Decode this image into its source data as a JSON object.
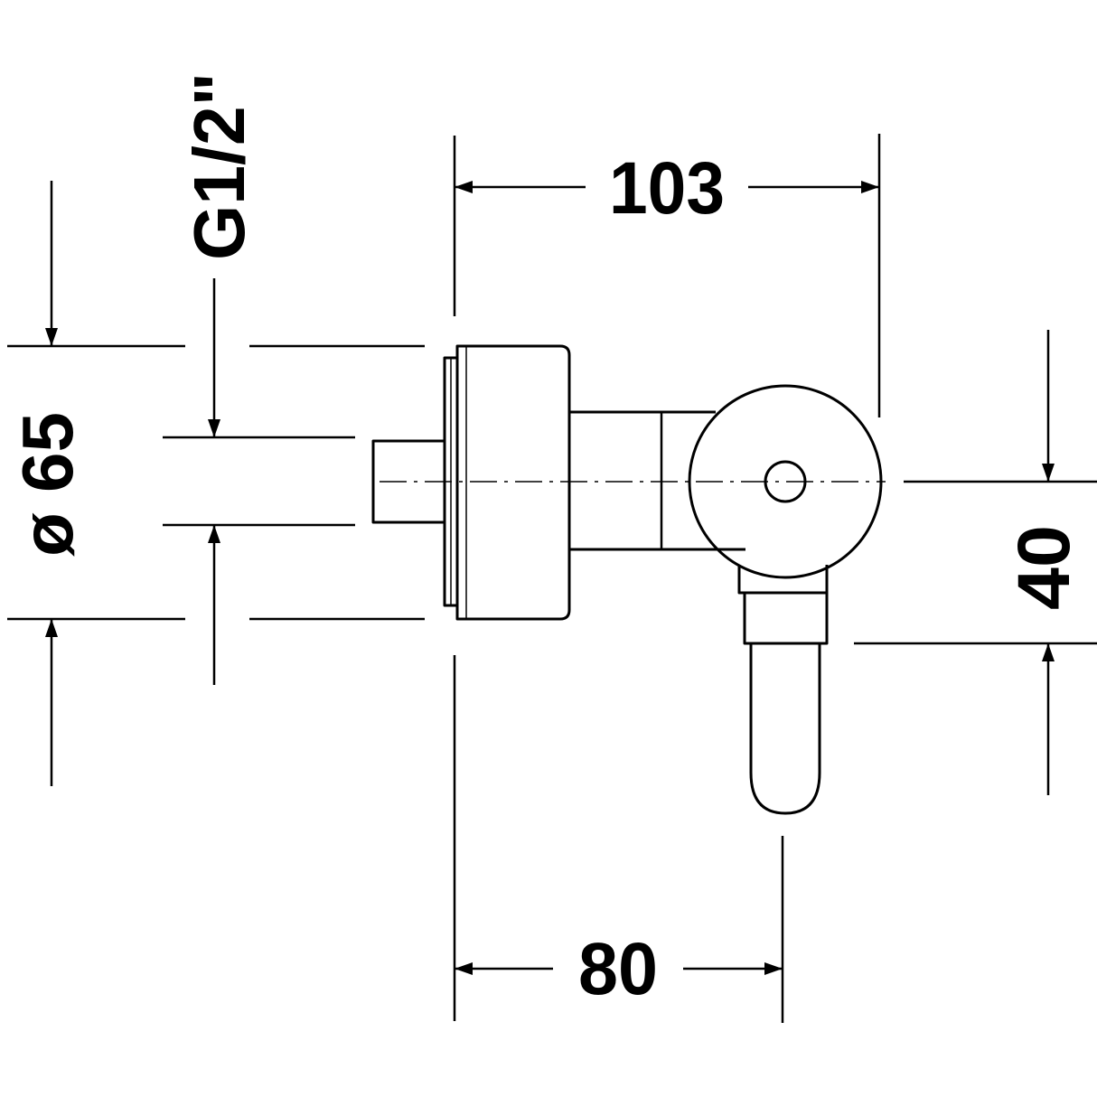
{
  "drawing": {
    "dim_width_top": "103",
    "dim_width_bottom": "80",
    "dim_height_right": "40",
    "dim_diameter_left": "ø 65",
    "dim_thread": "G1/2\""
  },
  "colors": {
    "line": "#000000",
    "background": "#ffffff"
  }
}
